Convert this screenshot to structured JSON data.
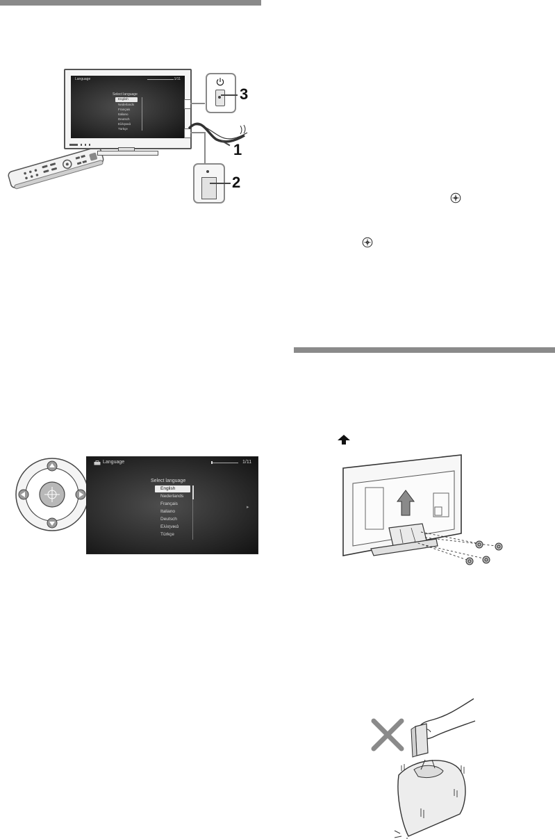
{
  "callouts": {
    "step1": "1",
    "step2": "2",
    "step3": "3"
  },
  "tv_menu": {
    "title": "Language",
    "page": "1/11",
    "heading": "Select language",
    "options": [
      "English",
      "Nederlands",
      "Français",
      "Italiano",
      "Deutsch",
      "Ελληνικά",
      "Türkçe"
    ],
    "selected": "English"
  },
  "icons": [
    "power-icon",
    "enter-button-icon",
    "up-arrow-icon",
    "remote-control-icon",
    "cross-icon"
  ]
}
